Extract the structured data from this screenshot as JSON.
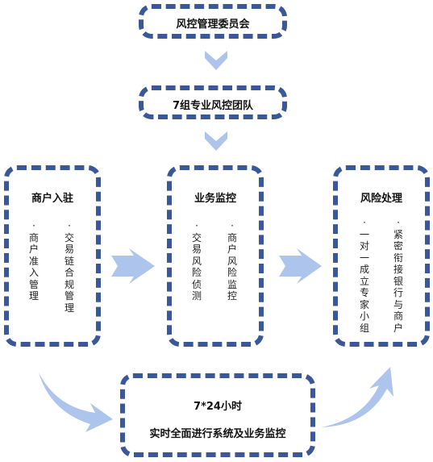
{
  "colors": {
    "border": "#3a5898",
    "arrow": "#adc4ec",
    "text": "#111111"
  },
  "top_box": {
    "title": "风控管理委员会"
  },
  "team_box": {
    "title": "7组专业风控团队"
  },
  "merchant_box": {
    "title": "商户入驻",
    "columns": [
      "·\n商\n户\n准\n入\n管\n理",
      "·\n交\n易\n链\n合\n规\n管\n理"
    ]
  },
  "business_box": {
    "title": "业务监控",
    "columns": [
      "·\n交\n易\n风\n险\n侦\n测",
      "·\n商\n户\n风\n险\n监\n控"
    ]
  },
  "risk_box": {
    "title": "风险处理",
    "columns": [
      "·\n一\n对\n一\n成\n立\n专\n家\n小\n组",
      "·\n紧\n密\n衔\n接\n银\n行\n与\n商\n户"
    ]
  },
  "bottom_box": {
    "line1": "7*24小时",
    "line2": "实时全面进行系统及业务监控"
  }
}
